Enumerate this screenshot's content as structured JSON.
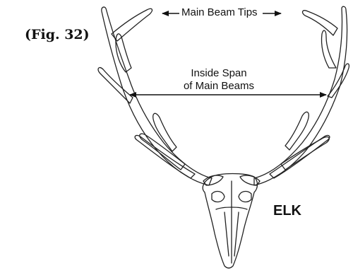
{
  "figure": {
    "label": "(Fig. 32)",
    "animal": "ELK"
  },
  "measurements": {
    "tips": "Main Beam Tips",
    "span_line1": "Inside Span",
    "span_line2": "of Main Beams"
  },
  "colors": {
    "ink": "#111111",
    "background": "#ffffff"
  }
}
